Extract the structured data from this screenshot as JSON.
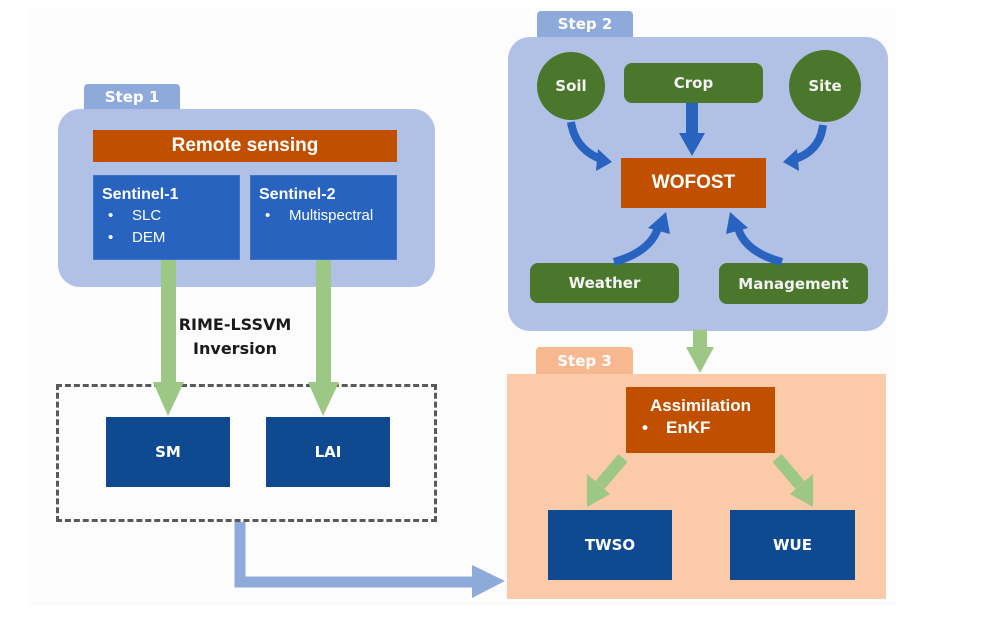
{
  "step1": {
    "tab": "Step 1",
    "header": "Remote sensing",
    "sources": [
      {
        "title": "Sentinel-1",
        "items": [
          "SLC",
          "DEM"
        ]
      },
      {
        "title": "Sentinel-2",
        "items": [
          "Multispectral"
        ]
      }
    ]
  },
  "inversion": {
    "line1": "RIME-LSSVM",
    "line2": "Inversion"
  },
  "outputs_step1": [
    "SM",
    "LAI"
  ],
  "step2": {
    "tab": "Step 2",
    "model": "WOFOST",
    "inputs": {
      "soil": "Soil",
      "crop": "Crop",
      "site": "Site",
      "weather": "Weather",
      "management": "Management"
    }
  },
  "step3": {
    "tab": "Step 3",
    "assimilation": {
      "title": "Assimilation",
      "items": [
        "EnKF"
      ]
    },
    "outputs": [
      "TWSO",
      "WUE"
    ]
  },
  "bullet": "•",
  "colors": {
    "panel_blue": "#b0c1e5",
    "panel_orange": "#fbcaa9",
    "orange_box": "#c05000",
    "sentinel_blue": "#2763bf",
    "navy": "#0f4a90",
    "green_node": "#4a772b",
    "green_arrow": "#9cc784",
    "blue_arrow": "#2763bf",
    "connector_arrow": "#8eaadb"
  }
}
